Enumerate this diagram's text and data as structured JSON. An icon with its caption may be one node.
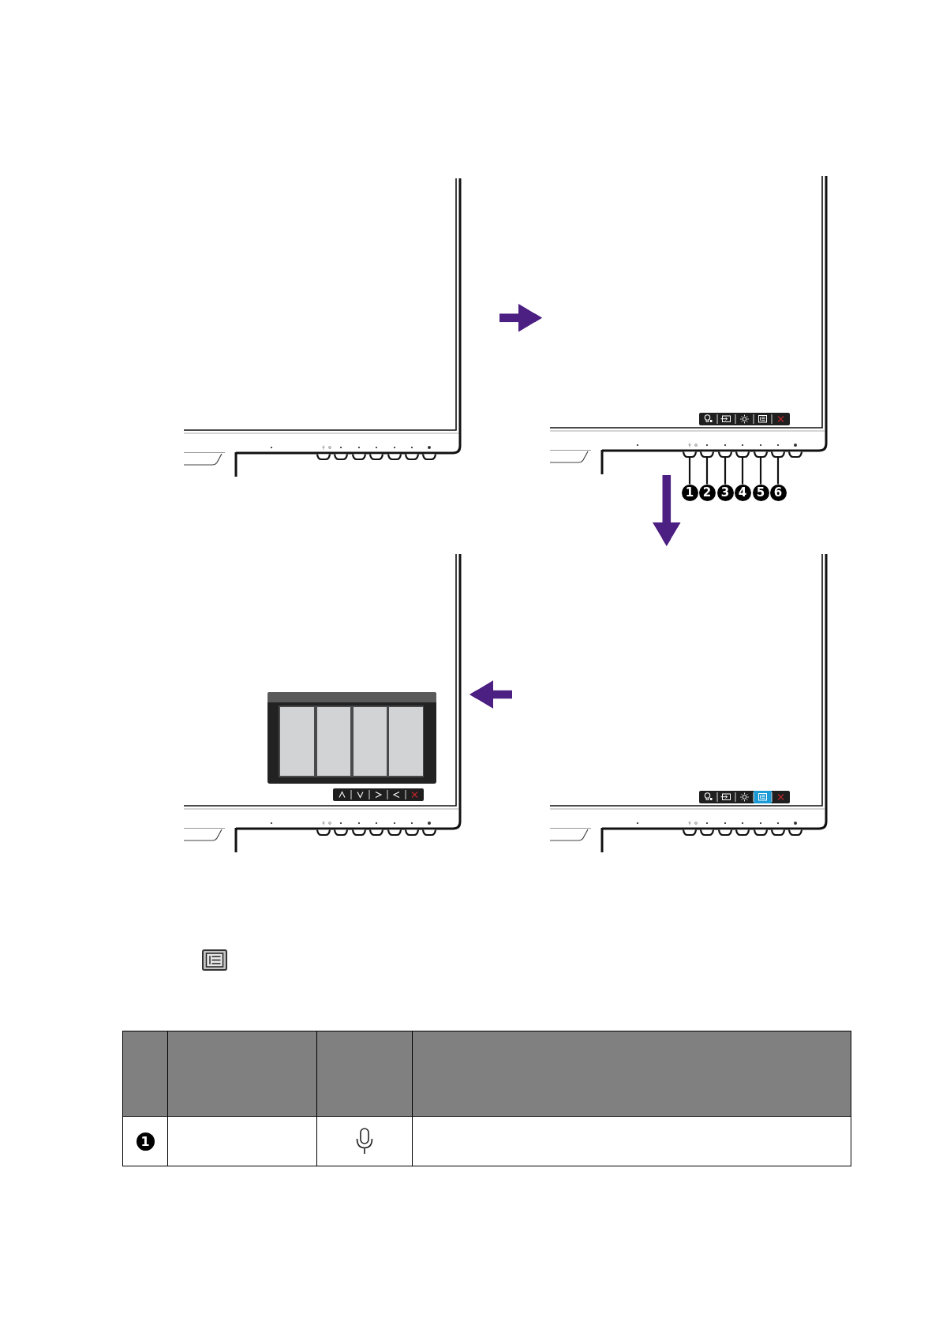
{
  "diagram": {
    "nodes": [
      {
        "text": [],
        "shape": "picture"
      },
      {
        "text": [],
        "shape": "picture"
      },
      {
        "text": [
          "1"
        ]
      },
      {
        "text": [
          "2"
        ]
      },
      {
        "text": [
          "3"
        ]
      },
      {
        "text": [
          "4"
        ]
      },
      {
        "text": [
          "5"
        ]
      },
      {
        "text": [
          "6"
        ]
      },
      {
        "text": [],
        "shape": "picture"
      },
      {
        "text": [],
        "shape": "picture"
      },
      {
        "text": [
          "1"
        ]
      }
    ],
    "edges": [
      {
        "from": 0,
        "to": 1,
        "arrow": "to",
        "style": "thick",
        "color": "#4c1f82"
      },
      {
        "from": 2,
        "to": 1,
        "arrow": "none"
      },
      {
        "from": 3,
        "to": 1,
        "arrow": "none"
      },
      {
        "from": 4,
        "to": 1,
        "arrow": "none"
      },
      {
        "from": 5,
        "to": 1,
        "arrow": "none"
      },
      {
        "from": 6,
        "to": 1,
        "arrow": "none"
      },
      {
        "from": 7,
        "to": 1,
        "arrow": "none"
      },
      {
        "from": 1,
        "to": 9,
        "arrow": "to",
        "style": "thick",
        "color": "#4c1f82"
      },
      {
        "from": 9,
        "to": 8,
        "arrow": "to",
        "style": "thick",
        "color": "#4c1f82"
      }
    ]
  }
}
